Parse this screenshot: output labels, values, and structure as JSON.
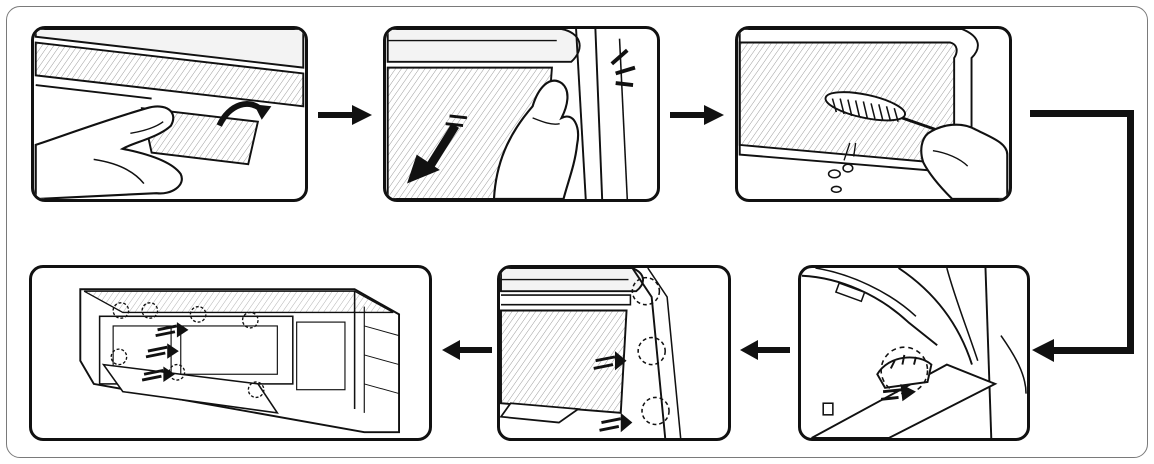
{
  "diagram": {
    "steps": [
      {
        "id": "step-1",
        "depicts": "finger-lifting-filter-tab"
      },
      {
        "id": "step-2",
        "depicts": "pulling-filter-down"
      },
      {
        "id": "step-3",
        "depicts": "brushing-filter-clean"
      },
      {
        "id": "step-4",
        "depicts": "hooking-filter-tab"
      },
      {
        "id": "step-5",
        "depicts": "inserting-filter-front"
      },
      {
        "id": "step-6",
        "depicts": "unit-filter-installed"
      }
    ],
    "colors": {
      "line": "#111111",
      "frame": "#7a7a7a",
      "mesh": "#9a9a9a",
      "background": "#ffffff"
    }
  }
}
